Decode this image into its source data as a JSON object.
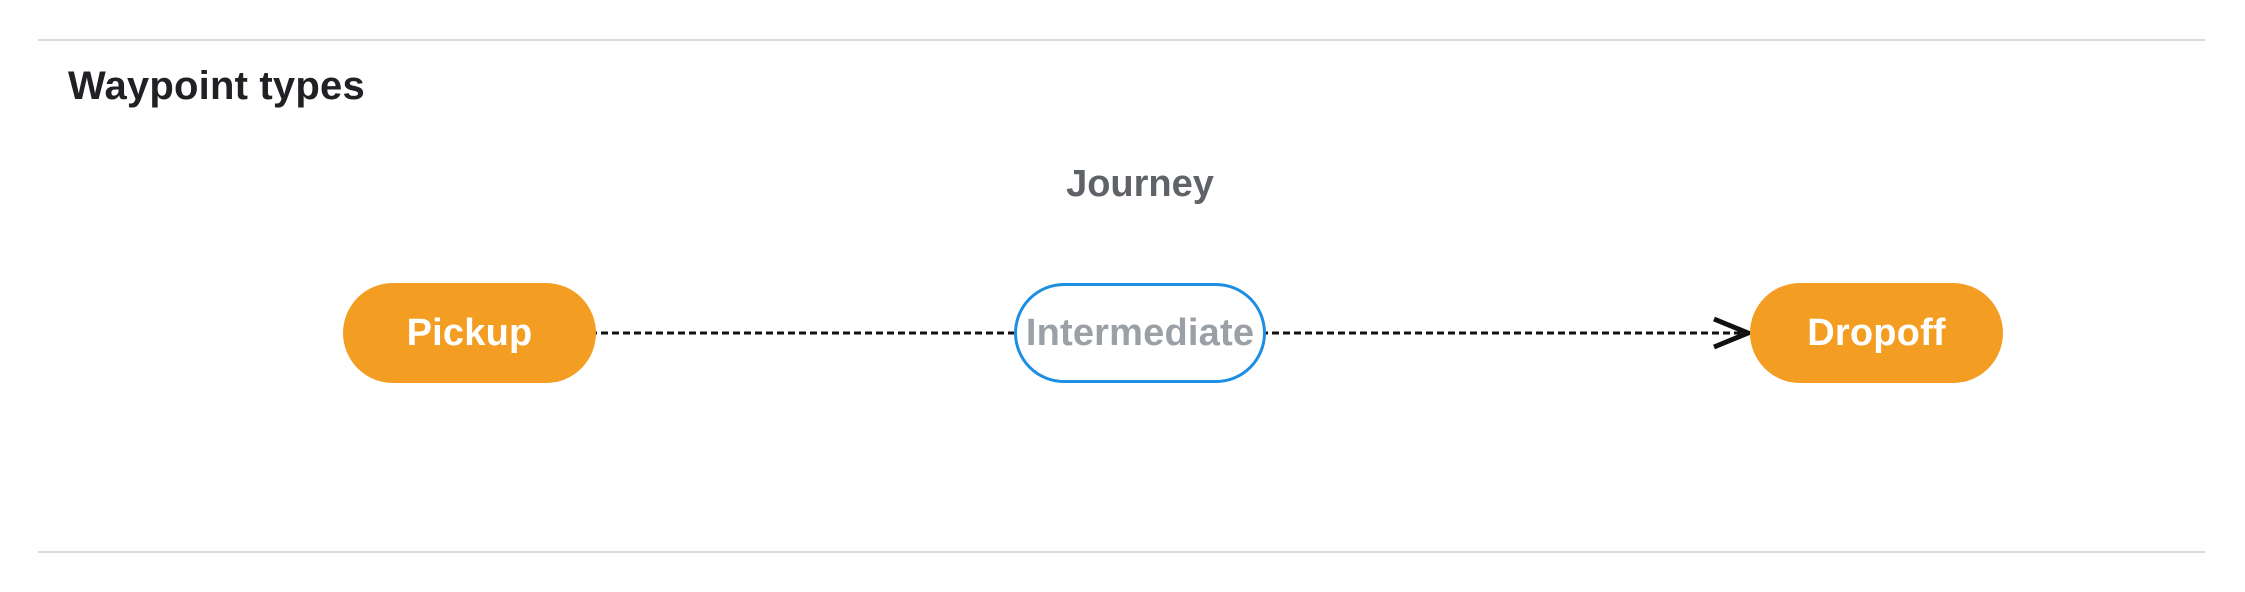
{
  "page": {
    "title": "Waypoint types",
    "background_color": "#ffffff",
    "divider_color": "#dadce0"
  },
  "diagram": {
    "journey_label": "Journey",
    "journey_label_color": "#5f6368",
    "title_color": "#202124",
    "nodes": [
      {
        "id": "pickup",
        "label": "Pickup",
        "shape": "pill",
        "fill": "#f49d23",
        "border_color": "#f49d23",
        "text_color": "#ffffff"
      },
      {
        "id": "intermediate",
        "label": "Intermediate",
        "shape": "pill",
        "fill": "#ffffff",
        "border_color": "#1e8ee3",
        "text_color": "#9aa0a6"
      },
      {
        "id": "dropoff",
        "label": "Dropoff",
        "shape": "pill",
        "fill": "#f49d23",
        "border_color": "#f49d23",
        "text_color": "#ffffff"
      }
    ],
    "connector": {
      "style": "dashed",
      "color": "#111111",
      "arrowhead": "chevron",
      "direction": "left-to-right"
    }
  }
}
